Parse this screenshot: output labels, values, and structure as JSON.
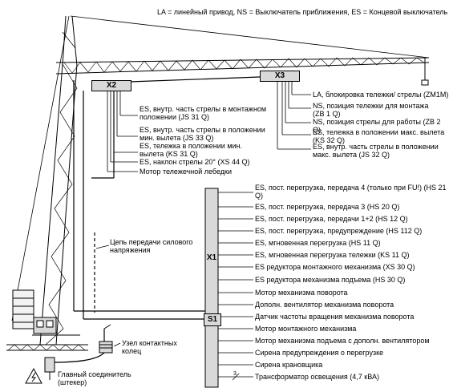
{
  "legend": "LA = линейный привод, NS = Выключатель приближения, ES = Концевой выключатель",
  "x2": {
    "label": "X2",
    "items": [
      "ES, внутр. часть стрелы в монтажном положении (JS 31 Q)",
      "ES, внутр. часть стрелы в положении мин. вылета (JS 33 Q)",
      "ES, тележка в положении мин. вылета (KS 31 Q)",
      "ES, наклон стрелы 20° (XS 44 Q)",
      "Мотор тележечной лебедки"
    ]
  },
  "x3": {
    "label": "X3",
    "items": [
      "LA, блокировка тележки/ стрелы (ZM1M)",
      "NS, позиция тележки для монтажа (ZB 1 Q)",
      "NS, позиция стрелы для работы (ZB 2 Q)",
      "ES, тележка в положении макс. вылета (KS 32 Q)",
      "ES, внутр. часть стрелы в положении макс. вылета (JS 32 Q)"
    ]
  },
  "x1": {
    "label": "X1",
    "items": [
      "ES, пост. перегрузка, передача 4 (только при FU!) (HS 21 Q)",
      "ES, пост. перегрузка, передача 3 (HS 20 Q)",
      "ES, пост. перегрузка, передачи 1+2 (HS 12 Q)",
      "ES, пост. перегрузка, предупреждение (HS 112 Q)",
      "ES, мгновенная перегрузка (HS 11 Q)",
      "ES, мгновенная перегрузка тележки (KS 11 Q)",
      "ES редуктора монтажного механизма (XS 30 Q)",
      "ES редуктора механизма подъема (HS 30 Q)"
    ]
  },
  "s1": {
    "label": "S1",
    "items": [
      "Мотор механизма поворота",
      "Дополн. вентилятор механизма поворота",
      "Датчик частоты вращения механизма поворота",
      "Мотор монтажного механизма",
      "Мотор механизма подъема с дополн. вентилятором",
      "Сирена предупреждения о перегрузке",
      "Сирена крановщика",
      "Трансформатор освещения (4,7 кВА)"
    ],
    "transformer_mark": "3"
  },
  "power_chain": "Цепь передачи силового напряжения",
  "slip_ring": "Узел контактных колец",
  "main_connector": "Главный соединитель (штекер)"
}
